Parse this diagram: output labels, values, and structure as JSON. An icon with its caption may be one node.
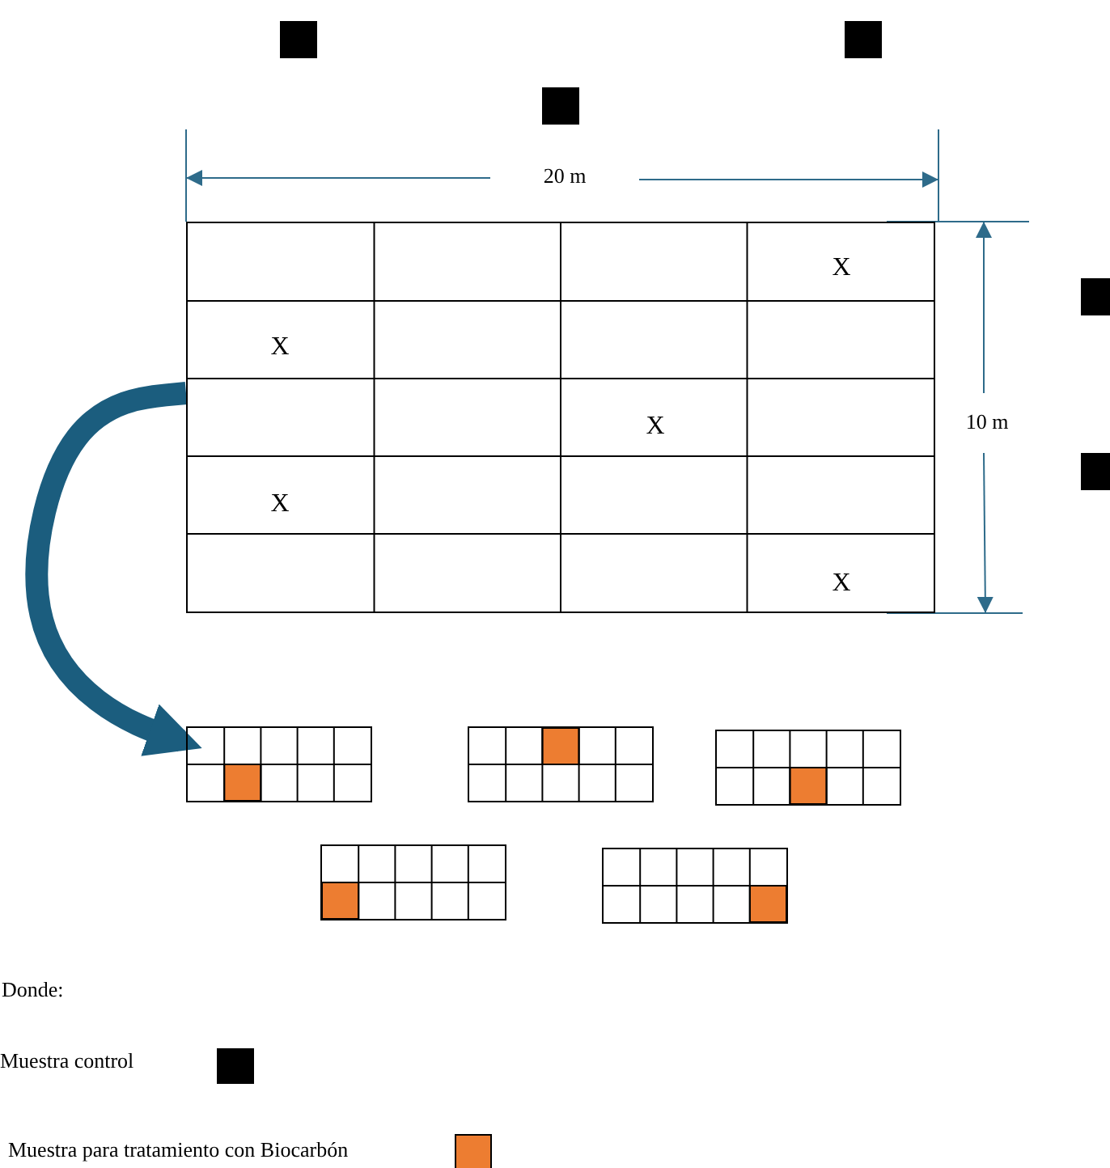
{
  "diagram": {
    "nodes": [
      {
        "text": [],
        "shape": "box"
      },
      {
        "text": [],
        "shape": "box"
      },
      {
        "text": [],
        "shape": "box"
      },
      {
        "text": [],
        "shape": "box"
      },
      {
        "text": [],
        "shape": "box"
      },
      {
        "text": [],
        "shape": "box"
      }
    ],
    "edges": [
      {
        "from": 0,
        "to": 1,
        "arrow": "to"
      }
    ],
    "labels": [
      "20 m",
      "X",
      "X",
      "X",
      "10 m",
      "X",
      "X",
      "Donde:"
    ],
    "legend": [
      {
        "text": "Muestra control",
        "color": "#000000"
      },
      {
        "text": "Muestra para tratamiento con Biocarbón",
        "color": "#ed7d31"
      }
    ]
  }
}
